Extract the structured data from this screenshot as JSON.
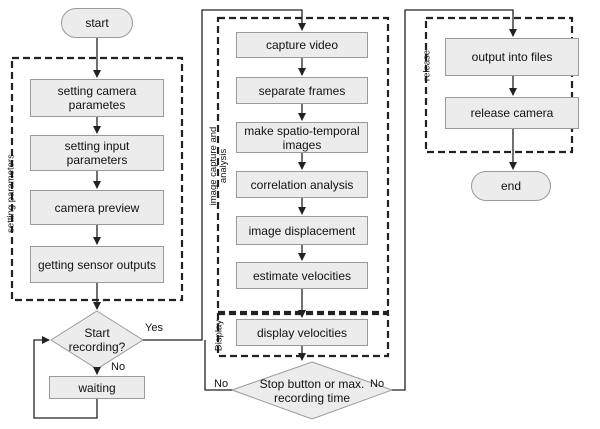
{
  "nodes": {
    "start": "start",
    "set_camera": "setting camera parametes",
    "set_input": "setting input parameters",
    "camera_preview": "camera preview",
    "sensor": "getting sensor outputs",
    "start_recording": "Start recording?",
    "waiting": "waiting",
    "capture": "capture video",
    "separate": "separate frames",
    "spatio": "make spatio-temporal images",
    "correlation": "correlation analysis",
    "displacement": "image displacement",
    "estimate": "estimate velocities",
    "display": "display velocities",
    "stop": "Stop button or max. recording time",
    "output": "output into files",
    "release": "release camera",
    "end": "end"
  },
  "edge_labels": {
    "yes": "Yes",
    "no_waiting": "No",
    "no_left": "No",
    "no_right": "No"
  },
  "groups": {
    "setting": "setting parameters",
    "capture": "image capture and analysis",
    "display": "Display",
    "release": "release"
  }
}
